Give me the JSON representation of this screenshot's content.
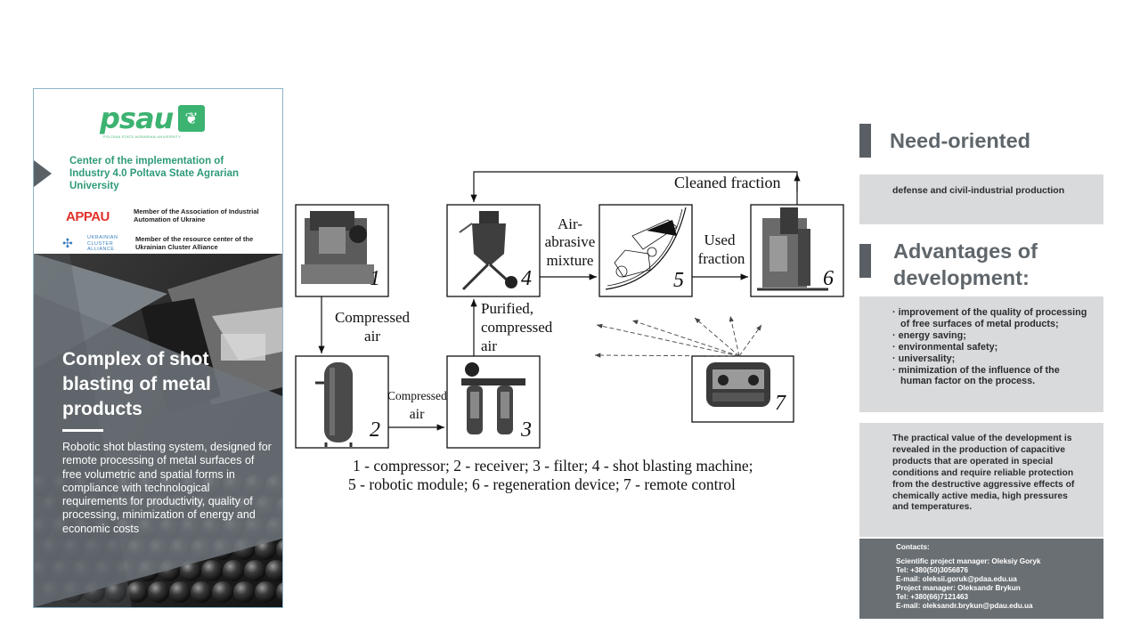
{
  "poster": {
    "logo_text": "psau",
    "logo_sub": "POLTAVA STATE AGRARIAN UNIVERSITY",
    "center_title": "Center of the implementation of Industry 4.0 Poltava State Agrarian University",
    "appau_logo": "APPAU",
    "appau_text": "Member of the Association of Industrial Automation of Ukraine",
    "uca_logo": "UKRAINIAN CLUSTER ALLIANCE",
    "uca_text": "Member of the resource center of the Ukrainian Cluster Alliance",
    "title": "Complex of shot blasting of metal products",
    "description": "Robotic shot blasting system, designed for remote processing of metal surfaces of free volumetric and spatial forms in compliance with technological requirements for productivity, quality of processing, minimization of energy and economic costs"
  },
  "diagram": {
    "labels": {
      "cleaned_fraction": "Cleaned fraction",
      "air_abrasive_1": "Air-",
      "air_abrasive_2": "abrasive",
      "air_abrasive_3": "mixture",
      "used_fraction_1": "Used",
      "used_fraction_2": "fraction",
      "compressed_air_1": "Compressed",
      "compressed_air_2": "air",
      "compressed_air_small_1": "Compressed",
      "compressed_air_small_2": "air",
      "purified_1": "Purified,",
      "purified_2": "compressed",
      "purified_3": "air"
    },
    "numbers": [
      "1",
      "2",
      "3",
      "4",
      "5",
      "6",
      "7"
    ],
    "legend_line1": "1 - compressor; 2 - receiver; 3 - filter; 4 - shot blasting machine;",
    "legend_line2": "5 - robotic module; 6 - regeneration device; 7 - remote control"
  },
  "right": {
    "heading1": "Need-oriented",
    "need_text": "defense and civil-industrial production",
    "heading2_line1": "Advantages of",
    "heading2_line2": "development:",
    "advantages": [
      "· improvement of the quality of processing of free surfaces of metal products;",
      "· energy saving;",
      "· environmental safety;",
      "· universality;",
      "· minimization of the influence of the human factor on the process."
    ],
    "practical_value": "The practical value of the development is revealed in the production of capacitive products that are operated in special conditions and require reliable protection from the destructive aggressive effects of chemically active media, high pressures and temperatures.",
    "contacts": {
      "title": "Contacts:",
      "lines": [
        "Scientific project manager: Oleksiy Goryk",
        "Tel: +380(50)3056876",
        "E-mail: oleksii.goruk@pdaa.edu.ua",
        "Project manager: Oleksandr Brykun",
        "Tel: +380(66)7121463",
        "E-mail: oleksandr.brykun@pdau.edu.ua"
      ]
    }
  }
}
